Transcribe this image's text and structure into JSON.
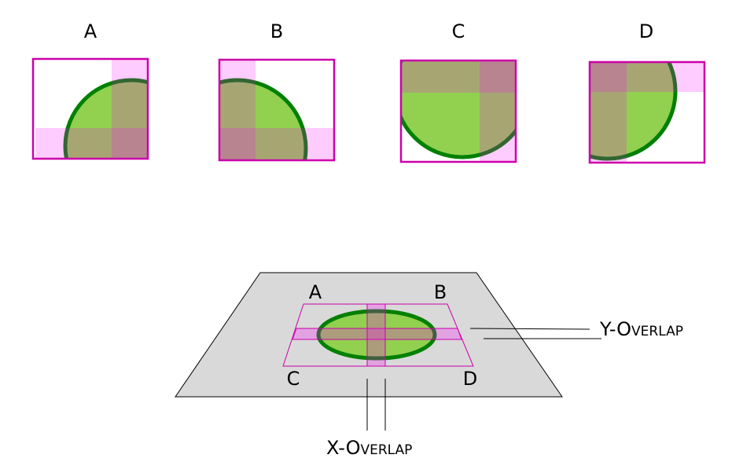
{
  "panels": [
    {
      "label": "A"
    },
    {
      "label": "B"
    },
    {
      "label": "C"
    },
    {
      "label": "D"
    }
  ],
  "plane": {
    "corners": [
      "A",
      "B",
      "C",
      "D"
    ]
  },
  "annotations": {
    "y_overlap": "Y-Overlap",
    "x_overlap": "X-Overlap"
  },
  "colors": {
    "frame": "#cc00aa",
    "circle_fill": "#92d050",
    "circle_stroke": "#008000",
    "overlap": "#ff00ff",
    "plane": "#d9d9d9"
  }
}
